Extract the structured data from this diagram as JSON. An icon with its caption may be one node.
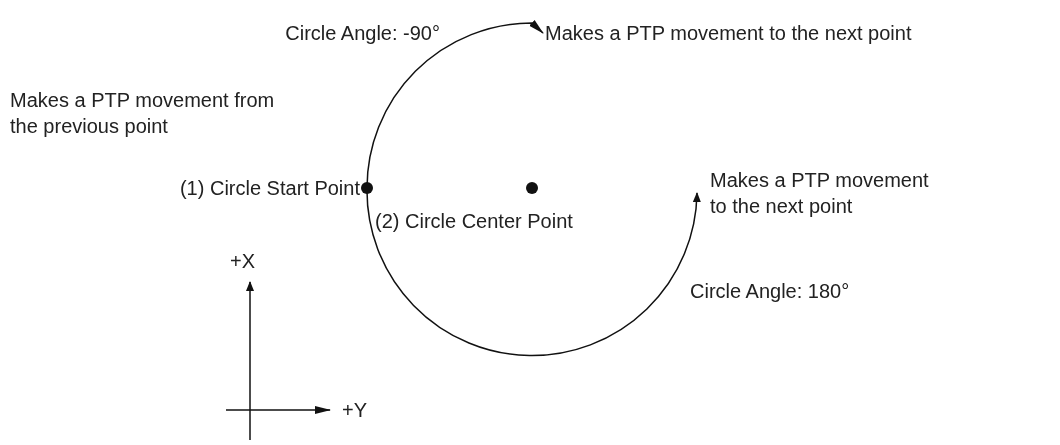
{
  "diagram": {
    "nodes": [
      {
        "text": [],
        "shape": "circle",
        "beside": [
          "(1) Circle Start Point"
        ]
      },
      {
        "text": [],
        "shape": "circle",
        "beside": [
          "(2) Circle Center Point"
        ]
      },
      {
        "text": [
          "Makes a PTP movement to the next point"
        ]
      },
      {
        "text": [
          "Makes a PTP movement to the next point"
        ]
      }
    ],
    "edges": [
      {
        "from": 0,
        "to": 2,
        "arrow": "to",
        "label": "Circle Angle: -90°"
      },
      {
        "from": 0,
        "to": 3,
        "arrow": "to",
        "label": "Circle Angle: 180°"
      }
    ],
    "labels": [
      "Makes a PTP movement from the previous point",
      "+X",
      "+Y"
    ]
  }
}
